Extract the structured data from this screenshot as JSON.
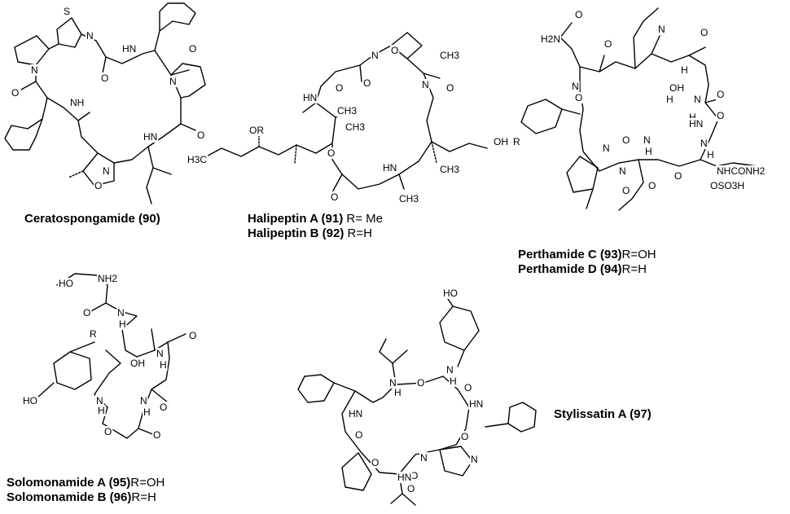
{
  "colors": {
    "ink": "#000000",
    "background": "#ffffff"
  },
  "compounds": [
    {
      "id": "ceratospongamide",
      "lines": [
        {
          "name": "Ceratospongamide (90)",
          "suffix": ""
        }
      ]
    },
    {
      "id": "halipeptin",
      "lines": [
        {
          "name": "Halipeptin A (91)",
          "suffix": " R= Me"
        },
        {
          "name": "Halipeptin B (92)",
          "suffix": " R=H"
        }
      ]
    },
    {
      "id": "perthamide",
      "lines": [
        {
          "name": "Perthamide C (93)",
          "suffix": "R=OH"
        },
        {
          "name": "Perthamide D (94)",
          "suffix": "R=H"
        }
      ]
    },
    {
      "id": "solomonamide",
      "lines": [
        {
          "name": "Solomonamide A (95)",
          "suffix": "R=OH"
        },
        {
          "name": "Solomonamide B (96)",
          "suffix": "R=H"
        }
      ]
    },
    {
      "id": "stylissatin",
      "lines": [
        {
          "name": "Stylissatin A (97)",
          "suffix": ""
        }
      ]
    }
  ],
  "atom_labels": {
    "ceratospongamide": [
      "S",
      "N",
      "HN",
      "O",
      "N",
      "N",
      "O",
      "NH",
      "O",
      "N",
      "O",
      "HN",
      "O"
    ],
    "halipeptin": [
      "OR",
      "H3C",
      "O",
      "N",
      "O",
      "HN",
      "O",
      "N",
      "CH3",
      "CH3",
      "CH3",
      "O",
      "O",
      "HN",
      "O",
      "CH3",
      "CH3",
      "OH"
    ],
    "perthamide": [
      "H2N",
      "O",
      "O",
      "N",
      "O",
      "H",
      "N",
      "OH",
      "H",
      "O",
      "N",
      "H",
      "O",
      "N",
      "O",
      "N",
      "H",
      "HN",
      "R",
      "N",
      "O",
      "N",
      "H",
      "O",
      "O",
      "NHCONH2",
      "OSO3H",
      "O",
      "O"
    ],
    "solomonamide": [
      "HO",
      "NH2",
      "O",
      "N",
      "H",
      "R",
      "OH",
      "O",
      "N",
      "H",
      "O",
      "HO",
      "N",
      "H",
      "N",
      "H",
      "O",
      "O"
    ],
    "stylissatin": [
      "HO",
      "HN",
      "O",
      "N",
      "H",
      "O",
      "N",
      "H",
      "O",
      "HN",
      "O",
      "O",
      "N",
      "O",
      "HN",
      "O",
      "N"
    ]
  }
}
